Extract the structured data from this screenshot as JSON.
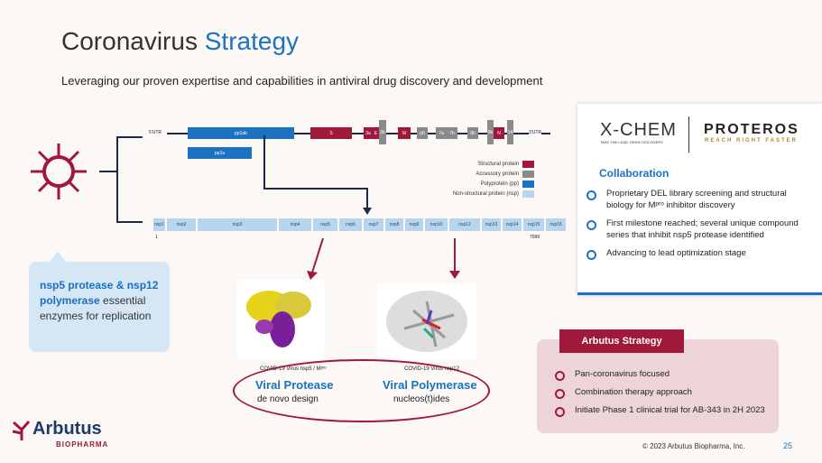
{
  "title": {
    "main": "Coronavirus ",
    "accent": "Strategy"
  },
  "subtitle": "Leveraging our proven expertise and capabilities in antiviral drug discovery and development",
  "genome": {
    "utr5": "5'UTR",
    "utr3": "3'UTR",
    "pp1ab": "pp1ab",
    "pp1a": "pp1a",
    "S": "S",
    "small": [
      "3a",
      "E",
      "3b",
      "M",
      "p6",
      "7a",
      "7b",
      "8b",
      "9b",
      "N",
      "14"
    ]
  },
  "legend": [
    "Structural protein",
    "Accessory protein",
    "Polyprotein (pp)",
    "Non-structural protein (nsp)"
  ],
  "colors": {
    "structural": "#a0183a",
    "accessory": "#8a8a8a",
    "polyprotein": "#1a73c2",
    "nsp": "#b8d4ee"
  },
  "nsps": [
    "nsp1",
    "nsp2",
    "nsp3",
    "nsp4",
    "nsp5",
    "nsp6",
    "nsp7",
    "nsp8",
    "nsp9",
    "nsp10",
    "nsp12",
    "nsp13",
    "nsp14",
    "nsp15",
    "nsp16"
  ],
  "nsp_start": "1",
  "nsp_end": "7096",
  "collab": {
    "xchem": "X-CHEM",
    "xchem_tag": "TAKE THE LEAD. DRIVE DISCOVERY.",
    "proteros": "PROTEROS",
    "proteros_tag": "REACH RIGHT FASTER",
    "heading": "Collaboration",
    "bullets": [
      "Proprietary DEL library screening and structural biology for Mᵖʳᵒ inhibitor discovery",
      "First milestone reached; several unique compound series that inhibit nsp5 protease identified",
      "Advancing to lead optimization stage"
    ]
  },
  "callout": {
    "bold1": "nsp5 protease & nsp12 polymerase",
    "rest": " essential enzymes for replication"
  },
  "targets": [
    {
      "caption": "COVID-19 Virus nsp5 / Mᵖʳᵒ",
      "name": "Viral Protease",
      "desc": "de novo design"
    },
    {
      "caption": "COVID-19 Virus nsp12",
      "name": "Viral Polymerase",
      "desc": "nucleos(t)ides"
    }
  ],
  "strategy": {
    "heading": "Arbutus Strategy",
    "bullets": [
      "Pan-coronavirus focused",
      "Combination therapy approach",
      "Initiate Phase 1 clinical trial for AB-343 in 2H 2023"
    ]
  },
  "footer": {
    "logo": "Arbutus",
    "logo_sub": "BIOPHARMA",
    "copyright": "© 2023 Arbutus Biopharma, Inc.",
    "page": "25"
  }
}
